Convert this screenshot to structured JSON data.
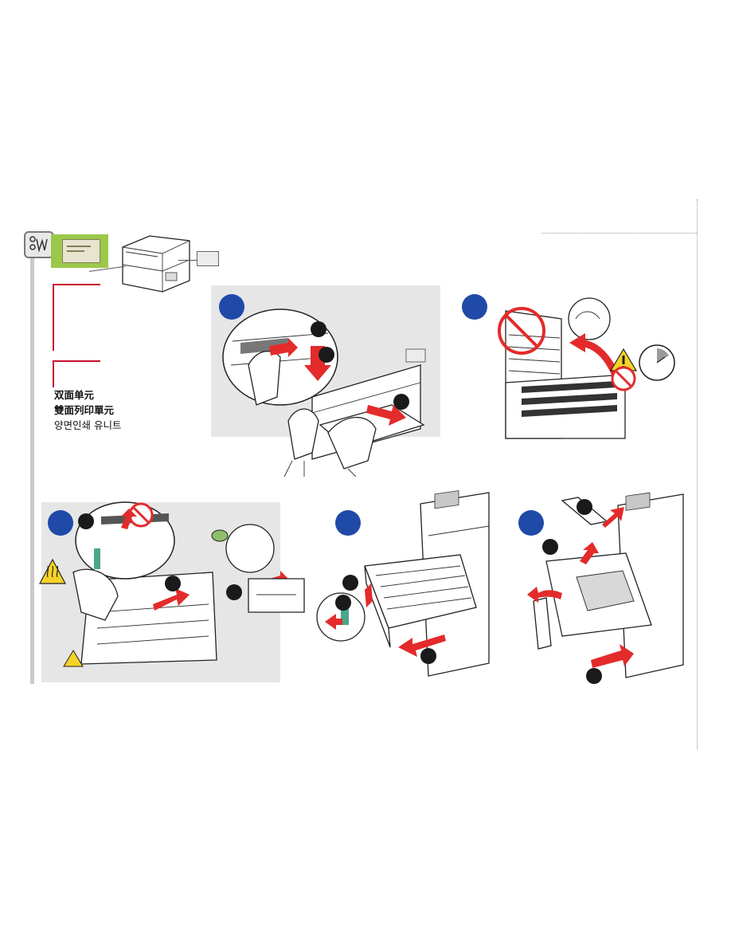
{
  "header": {
    "icon": "jam-clear-icon",
    "colors": {
      "icon_border": "#7a7a7a",
      "icon_bg": "#e8e8e8",
      "display_green": "#9bc84a",
      "rule_red": "#c8102e",
      "badge_blue": "#1f4aa8",
      "arrow_red": "#e32b2b",
      "panel_grey": "#e6e6e6"
    }
  },
  "captions": {
    "zh_cn": "双面单元",
    "zh_tw": "雙面列印單元",
    "ko": "양면인쇄 유니트"
  },
  "panels": [
    {
      "id": "step-1",
      "has_grey_background": true
    },
    {
      "id": "step-2",
      "has_grey_background": false
    },
    {
      "id": "step-3",
      "has_grey_background": true
    },
    {
      "id": "step-4",
      "has_grey_background": false
    },
    {
      "id": "step-5",
      "has_grey_background": false
    }
  ]
}
